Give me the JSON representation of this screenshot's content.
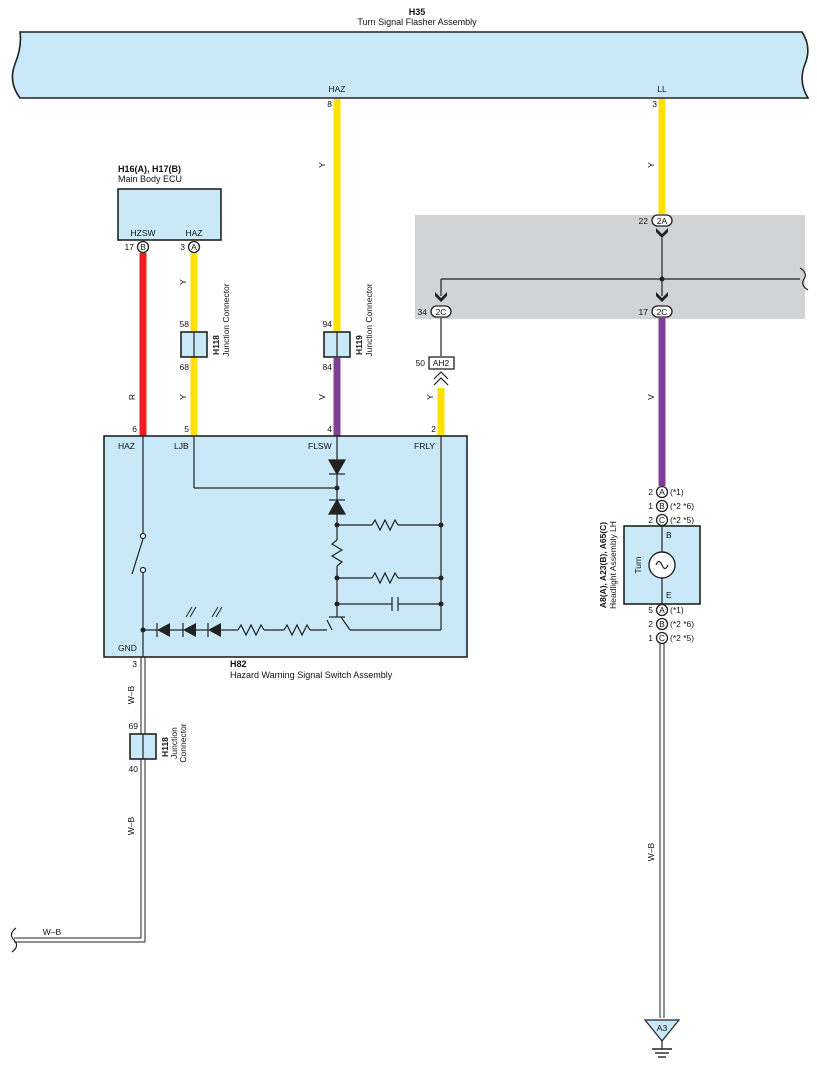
{
  "flasher": {
    "code": "H35",
    "name": "Turn Signal Flasher Assembly",
    "pin_haz_label": "HAZ",
    "pin_haz_num": "8",
    "pin_ll_label": "LL",
    "pin_ll_num": "3"
  },
  "ecu": {
    "code": "H16(A), H17(B)",
    "name": "Main Body ECU",
    "pin1_label": "HZSW",
    "pin1_num": "17",
    "pin1_conn": "B",
    "pin2_label": "HAZ",
    "pin2_num": "3",
    "pin2_conn": "A"
  },
  "jc1": {
    "code": "H118",
    "name": "Junction Connector",
    "pin_top": "58",
    "pin_bottom": "68"
  },
  "jc2": {
    "code": "H119",
    "name": "Junction Connector",
    "pin_top": "94",
    "pin_bottom": "84"
  },
  "jc3": {
    "code": "H118",
    "name1": "Junction",
    "name2": "Connector",
    "pin_top": "69",
    "pin_bottom": "40"
  },
  "hazard_switch": {
    "code": "H82",
    "name": "Hazard Warning Signal Switch Assembly",
    "pin_haz": "HAZ",
    "pin_haz_num": "6",
    "pin_ljb": "LJB",
    "pin_ljb_num": "5",
    "pin_flsw": "FLSW",
    "pin_flsw_num": "4",
    "pin_frly": "FRLY",
    "pin_frly_num": "2",
    "pin_gnd": "GND",
    "pin_gnd_num": "3"
  },
  "junction_block": {
    "j1_num": "22",
    "j1_conn": "2A",
    "j2_num": "34",
    "j2_conn": "2C",
    "j3_num": "17",
    "j3_conn": "2C",
    "ah2_num": "50",
    "ah2_conn": "AH2"
  },
  "headlight": {
    "code": "A8(A), A23(B), A65(C)",
    "name": "Headlight Assembly LH",
    "bulb_label": "Turn",
    "pin_b": "B",
    "pin_e": "E",
    "top_pins": [
      {
        "num": "2",
        "conn": "A",
        "note": "(*1)"
      },
      {
        "num": "1",
        "conn": "B",
        "note": "(*2 *6)"
      },
      {
        "num": "2",
        "conn": "C",
        "note": "(*2 *5)"
      }
    ],
    "bottom_pins": [
      {
        "num": "5",
        "conn": "A",
        "note": "(*1)"
      },
      {
        "num": "2",
        "conn": "B",
        "note": "(*2 *6)"
      },
      {
        "num": "1",
        "conn": "C",
        "note": "(*2 *5)"
      }
    ]
  },
  "wires": {
    "y": "Y",
    "r": "R",
    "v": "V",
    "wb": "W–B"
  },
  "ground": {
    "label": "A3"
  },
  "colors": {
    "yellow": "#ffe000",
    "red": "#ee1c24",
    "purple": "#7f3f98",
    "light_blue": "#c9e9f8",
    "gray": "#d2d3d5"
  }
}
